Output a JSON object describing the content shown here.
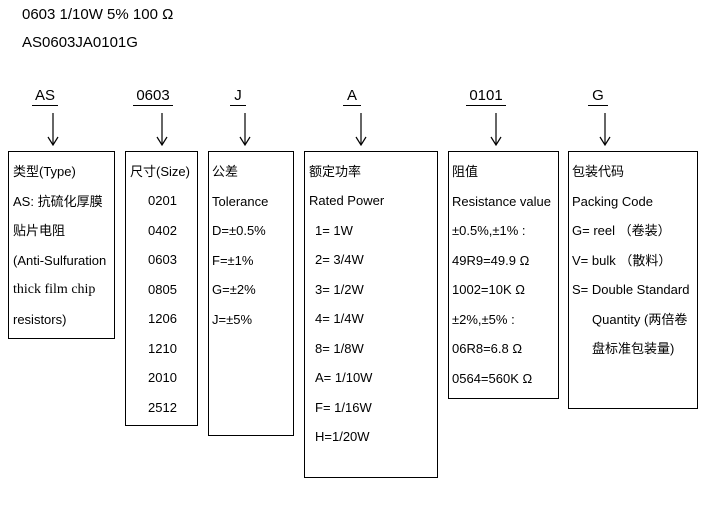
{
  "header": {
    "line1": "0603 1/10W 5% 100 Ω",
    "line2": "AS0603JA0101G"
  },
  "segments": [
    {
      "code": "AS",
      "lines": [
        "类型(Type)",
        "AS: 抗硫化厚膜",
        "贴片电阻",
        "(Anti-Sulfuration",
        "thick film chip",
        "resistors)"
      ]
    },
    {
      "code": "0603",
      "lines": [
        "尺寸(Size)",
        "0201",
        "0402",
        "0603",
        "0805",
        "1206",
        "1210",
        "2010",
        "2512"
      ]
    },
    {
      "code": "J",
      "lines": [
        "公差",
        "Tolerance",
        "D=±0.5%",
        "F=±1%",
        "G=±2%",
        "J=±5%"
      ]
    },
    {
      "code": "A",
      "lines": [
        "额定功率",
        "Rated Power",
        "1= 1W",
        "2= 3/4W",
        "3= 1/2W",
        "4= 1/4W",
        "8= 1/8W",
        "A= 1/10W",
        "F= 1/16W",
        "H=1/20W"
      ]
    },
    {
      "code": "0101",
      "lines": [
        "阻值",
        "Resistance value",
        "±0.5%,±1% :",
        "49R9=49.9 Ω",
        "1002=10K Ω",
        "±2%,±5% :",
        "06R8=6.8 Ω",
        "0564=560K Ω"
      ]
    },
    {
      "code": "G",
      "lines": [
        "包装代码",
        "Packing Code",
        "G= reel （卷装）",
        "V= bulk （散料）",
        "S= Double Standard",
        "Quantity (两倍卷",
        "盘标准包装量)"
      ]
    }
  ]
}
